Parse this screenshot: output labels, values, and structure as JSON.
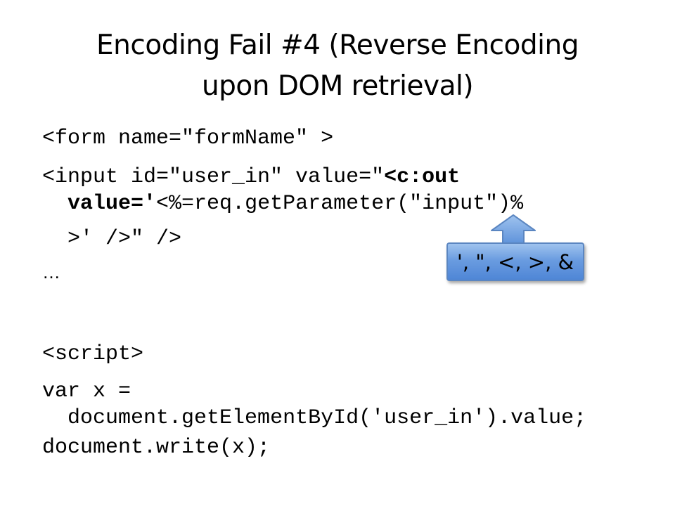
{
  "slide": {
    "title_line1": "Encoding Fail #4 (Reverse Encoding",
    "title_line2": "upon DOM retrieval)",
    "code": {
      "form_line": "<form name=\"formName\" >",
      "input_line1_pre": "<input id=\"user_in\" value=\"",
      "input_line1_bold": "<c:out",
      "input_line2_bold": "value='",
      "input_line2_rest": "<%=req.getParameter(\"input\")%",
      "input_line3": ">' />\" />",
      "ellipsis": "…",
      "script_line": "<script>",
      "var_line1": "var x =",
      "var_line2": "document.getElementById('user_in').value;",
      "write_line": "document.write(x);"
    },
    "callout": {
      "text": "', \", <, >, &"
    },
    "colors": {
      "callout_fill": "#6a9ce0",
      "callout_border": "#5b86c1"
    }
  }
}
